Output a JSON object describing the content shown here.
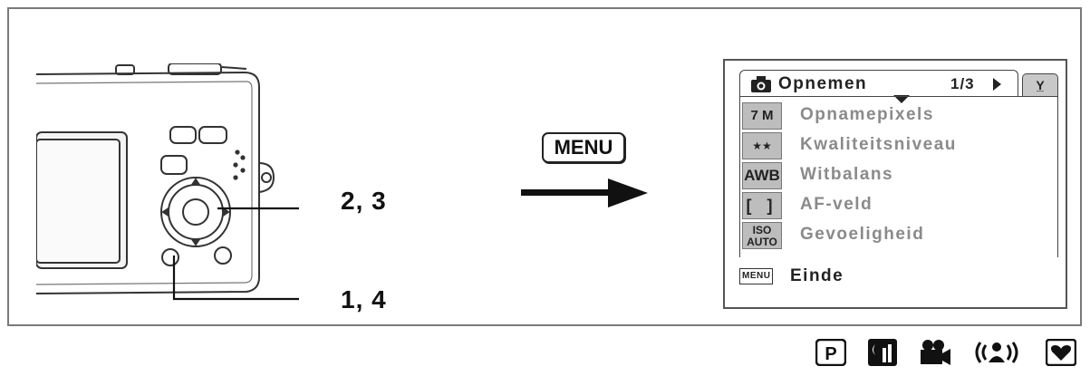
{
  "callouts": {
    "buttons_2_3": "2, 3",
    "buttons_1_4": "1, 4"
  },
  "menu_key_label": "MENU",
  "lcd": {
    "tab_title": "Opnemen",
    "page_indicator": "1/3",
    "settings_tab_glyph": "Y̲",
    "items": [
      {
        "icon": "7 M",
        "label": "Opnamepixels"
      },
      {
        "icon": "★★",
        "label": "Kwaliteitsniveau"
      },
      {
        "icon": "AWB",
        "label": "Witbalans"
      },
      {
        "icon": "[ ]",
        "label": "AF-veld"
      },
      {
        "icon": "ISO AUTO",
        "label": "Gevoeligheid"
      }
    ],
    "footer_chip": "MENU",
    "footer_label": "Einde"
  },
  "mode_icons": [
    "program-mode-icon",
    "night-scene-mode-icon",
    "movie-mode-icon",
    "digital-sr-mode-icon",
    "favorite-mode-icon"
  ],
  "mode_icon_p_letter": "P"
}
